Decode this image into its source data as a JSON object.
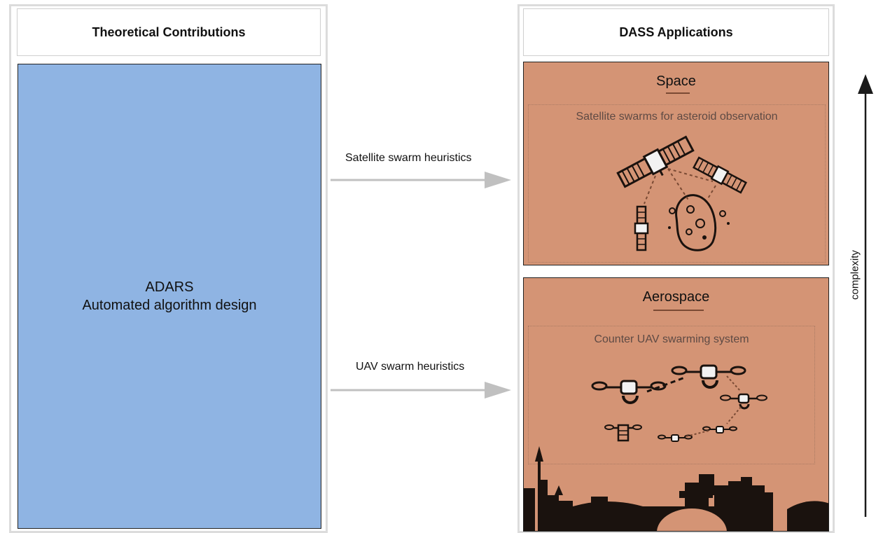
{
  "left_column": {
    "header": "Theoretical Contributions",
    "box_title": "ADARS",
    "box_subtitle": "Automated algorithm design"
  },
  "right_column": {
    "header": "DASS Applications",
    "panels": [
      {
        "title": "Space",
        "caption": "Satellite swarms for asteroid observation"
      },
      {
        "title": "Aerospace",
        "caption": "Counter UAV swarming system"
      }
    ]
  },
  "arrows": [
    {
      "label": "Satellite swarm heuristics"
    },
    {
      "label": "UAV swarm heuristics"
    }
  ],
  "axis": {
    "label": "complexity"
  },
  "colors": {
    "theory_box": "#8fb4e3",
    "application_panel": "#d49475",
    "arrow": "#c0c0c0",
    "silhouette": "#1a120e"
  }
}
